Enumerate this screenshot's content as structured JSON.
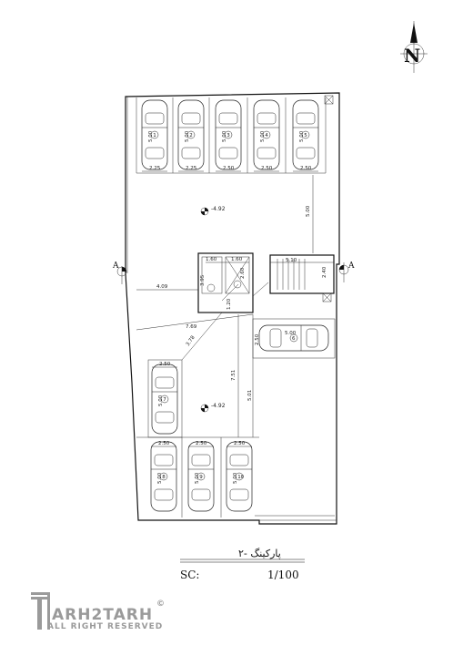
{
  "north_label": "N",
  "section_marks": {
    "left": "A",
    "right": "A"
  },
  "levels": {
    "top": "-4.92",
    "bottom": "-4.92"
  },
  "top_spots": [
    {
      "length": "5.00",
      "width": "2.25",
      "number": "1"
    },
    {
      "length": "5.00",
      "width": "2.25",
      "number": "2"
    },
    {
      "length": "5.00",
      "width": "2.50",
      "number": "3"
    },
    {
      "length": "5.00",
      "width": "2.50",
      "number": "4"
    },
    {
      "length": "5.00",
      "width": "2.50",
      "number": "5"
    }
  ],
  "mid_spot": {
    "length": "5.00",
    "width": "2.50",
    "number": "6"
  },
  "left_spot": {
    "length": "5.00",
    "width": "2.50",
    "number": "7"
  },
  "bottom_spots": [
    {
      "length": "5.00",
      "width": "2.50",
      "number": "8"
    },
    {
      "length": "5.00",
      "width": "2.50",
      "number": "9"
    },
    {
      "length": "5.00",
      "width": "2.50",
      "number": "10"
    }
  ],
  "core_dims": {
    "stair_w": "1.60",
    "elev_w": "1.60",
    "core_h": "3.95",
    "elev_h": "2.60",
    "lobby": "1.20",
    "ramp_w": "5.10",
    "ramp_h": "2.40"
  },
  "aisle_dims": {
    "top_vertical": "5.00",
    "left_horizontal": "4.09",
    "diag_long": "7.69",
    "diag_short": "3.78",
    "vert_left": "7.51",
    "vert_right": "5.01"
  },
  "title": "پارکینگ -۲",
  "scale_label": "SC:",
  "scale_value": "1/100",
  "logo": {
    "name": "ARH2TARH",
    "tagline": "ALL RIGHT RESERVED",
    "mark": "©"
  },
  "colors": {
    "line": "#111111",
    "logo": "#9a9a9a"
  }
}
